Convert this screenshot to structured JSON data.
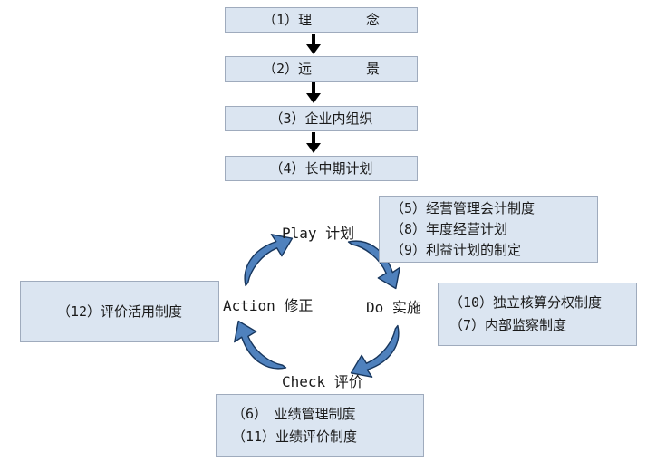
{
  "diagram": {
    "flow_steps": [
      {
        "label": "（1）理　　　　念"
      },
      {
        "label": "（2）远　　　　景"
      },
      {
        "label": "（3）企业内组织"
      },
      {
        "label": "（4）长中期计划"
      }
    ],
    "cycle": {
      "plan_label": "Play 计划",
      "do_label": "Do 实施",
      "check_label": "Check 评价",
      "action_label": "Action 修正"
    },
    "plan_box": {
      "lines": [
        "（5）经营管理会计制度",
        "（8）年度经营计划",
        "（9）利益计划的制定"
      ]
    },
    "do_box": {
      "lines": [
        "（10）独立核算分权制度",
        "（7）内部监察制度"
      ]
    },
    "check_box": {
      "lines": [
        "（6）　业绩管理制度",
        "（11）业绩评价制度"
      ]
    },
    "action_box": {
      "lines": [
        "（12）评价活用制度"
      ]
    }
  },
  "colors": {
    "box_fill": "#dbe5f1",
    "box_border": "#9fabbd",
    "arrow_fill": "#4f81bd",
    "arrow_stroke": "#17365d",
    "flow_arrow": "#000000"
  }
}
